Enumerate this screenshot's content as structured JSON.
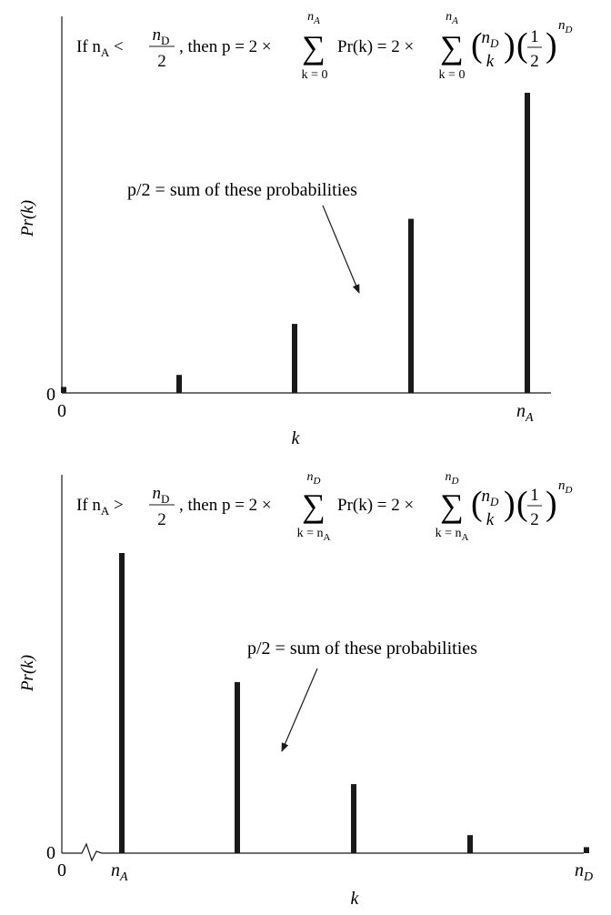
{
  "chart_data": [
    {
      "type": "bar",
      "ylabel": "Pr(k)",
      "xlabel": "k",
      "y_tick": "0",
      "x_tick_left": "0",
      "x_tick_right": "n",
      "x_tick_right_sub": "A",
      "annotation": "p/2 = sum of these probabilities",
      "formula": {
        "prefix": "If n",
        "prefix_sub": "A",
        "op": " < ",
        "frac_num": "n",
        "frac_num_sub": "D",
        "frac_den": "2",
        "then": ", then p = 2 ×",
        "sum_top": "n",
        "sum_top_sub": "A",
        "sum_bottom": "k = 0",
        "pr_term": "Pr(k) = 2 ×",
        "binom_top": "n",
        "binom_top_sub": "D",
        "binom_bottom": "k",
        "half_num": "1",
        "half_den": "2",
        "exp": "n",
        "exp_sub": "D"
      },
      "x": [
        0,
        1,
        2,
        3,
        4
      ],
      "values": [
        0.02,
        0.06,
        0.23,
        0.58,
        1.0
      ],
      "ylim": [
        0,
        1.05
      ]
    },
    {
      "type": "bar",
      "ylabel": "Pr(k)",
      "xlabel": "k",
      "y_tick": "0",
      "x_tick_left": "0",
      "x_tick_first": "n",
      "x_tick_first_sub": "A",
      "x_tick_right": "n",
      "x_tick_right_sub": "D",
      "annotation": "p/2 = sum of these probabilities",
      "formula": {
        "prefix": "If n",
        "prefix_sub": "A",
        "op": " > ",
        "frac_num": "n",
        "frac_num_sub": "D",
        "frac_den": "2",
        "then": ", then p = 2 ×",
        "sum_top": "n",
        "sum_top_sub": "D",
        "sum_bottom": "k = n",
        "sum_bottom_sub": "A",
        "pr_term": "Pr(k) = 2 ×",
        "binom_top": "n",
        "binom_top_sub": "D",
        "binom_bottom": "k",
        "half_num": "1",
        "half_den": "2",
        "exp": "n",
        "exp_sub": "D"
      },
      "x": [
        0,
        1,
        2,
        3,
        4
      ],
      "values": [
        1.0,
        0.57,
        0.23,
        0.06,
        0.02
      ],
      "ylim": [
        0,
        1.05
      ]
    }
  ]
}
